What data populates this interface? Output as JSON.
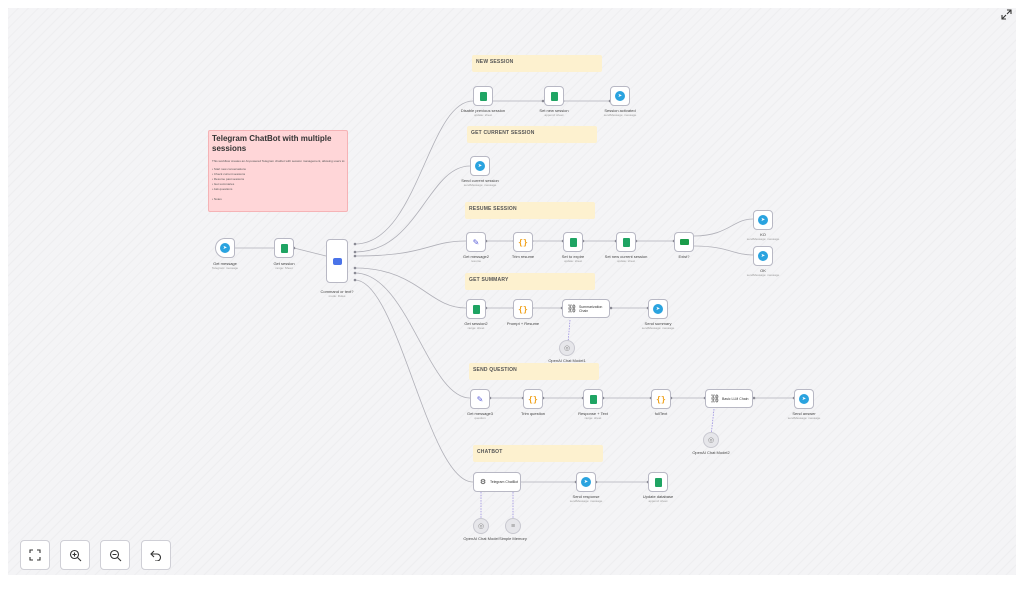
{
  "note": {
    "title": "Telegram ChatBot with multiple sessions",
    "intro": "This workflow creates an AI-powered Telegram chatbot with session management, allowing users to:",
    "bullets": [
      "Start new conversations",
      "Check current sessions",
      "Resume past sessions",
      "Get summaries",
      "Ask questions"
    ],
    "footer": "Notes"
  },
  "stickies": {
    "new_session": "NEW SESSION",
    "get_current": "GET CURRENT SESSION",
    "resume": "RESUME SESSION",
    "get_summary": "GET SUMMARY",
    "send_question": "SEND QUESTION",
    "chatbot": "CHATBOT"
  },
  "nodes": {
    "get_message": {
      "label": "Get message",
      "sub": "Telegram: message"
    },
    "get_session": {
      "label": "Get session",
      "sub": "range: Sheet"
    },
    "command_or_text": {
      "label": "Command or text?",
      "sub": "mode: Rules"
    },
    "disable_prev": {
      "label": "Disable previous session",
      "sub": "update: sheet"
    },
    "set_new_session": {
      "label": "Set new session",
      "sub": "append: sheet"
    },
    "session_activated": {
      "label": "Session activated",
      "sub": "sendMessage: message"
    },
    "send_current": {
      "label": "Send current session",
      "sub": "sendMessage: message"
    },
    "get_message2": {
      "label": "Get message2",
      "sub": "resume"
    },
    "trim_resume": {
      "label": "Trim resume",
      "sub": ""
    },
    "set_to_expire": {
      "label": "Set to expire",
      "sub": "update: sheet"
    },
    "set_new_current": {
      "label": "Set new current session",
      "sub": "update: sheet"
    },
    "exist": {
      "label": "Exist?",
      "sub": ""
    },
    "ko": {
      "label": "KO",
      "sub": "sendMessage: message"
    },
    "ok": {
      "label": "OK",
      "sub": "sendMessage: message"
    },
    "get_session2": {
      "label": "Get session2",
      "sub": "range: sheet"
    },
    "prompt_resume": {
      "label": "Prompt + Resume",
      "sub": ""
    },
    "summarization": {
      "label": "Summarization Chain",
      "sub": ""
    },
    "send_summary": {
      "label": "Send summary",
      "sub": "sendMessage: message"
    },
    "openai_model1": {
      "label": "OpenAI Chat Model1",
      "sub": ""
    },
    "get_message3": {
      "label": "Get message3",
      "sub": "question"
    },
    "trim_question": {
      "label": "Trim question",
      "sub": ""
    },
    "response_text": {
      "label": "Response + Text",
      "sub": "range: sheet"
    },
    "fulltext": {
      "label": "fullText",
      "sub": ""
    },
    "basic_llm": {
      "label": "Basic LLM Chain",
      "sub": ""
    },
    "send_answer": {
      "label": "Send answer",
      "sub": "sendMessage: message"
    },
    "openai_model2": {
      "label": "OpenAI Chat Model2",
      "sub": ""
    },
    "telegram_chatbot": {
      "label": "Telegram ChatBot",
      "sub": ""
    },
    "send_response": {
      "label": "Send response",
      "sub": "sendMessage: message"
    },
    "update_database": {
      "label": "Update database",
      "sub": "append: sheet"
    },
    "openai_model": {
      "label": "OpenAI Chat Model",
      "sub": ""
    },
    "simple_memory": {
      "label": "Simple Memory",
      "sub": ""
    }
  },
  "toolbar": {
    "fit": "fit-view-icon",
    "zoom_in": "zoom-in-icon",
    "zoom_out": "zoom-out-icon",
    "undo": "undo-icon"
  },
  "colors": {
    "telegram": "#2aa3df",
    "sheets": "#1fa463",
    "sticky": "#fdf1cf",
    "note": "#ffd6d8",
    "wire": "#b0b0b8"
  }
}
